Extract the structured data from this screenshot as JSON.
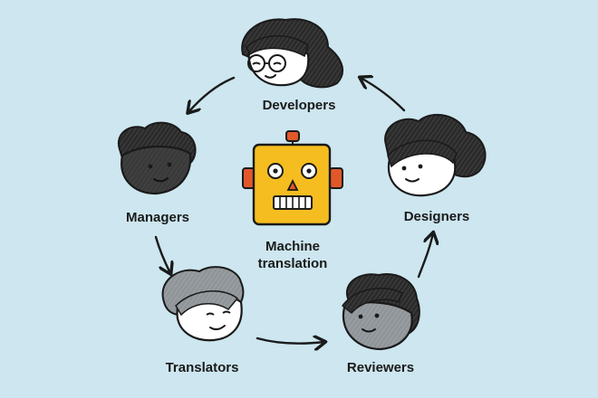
{
  "diagram": {
    "center": {
      "line1": "Machine",
      "line2": "translation",
      "icon": "robot-head"
    },
    "nodes": [
      {
        "id": "developers",
        "label": "Developers",
        "icon": "person-with-glasses"
      },
      {
        "id": "designers",
        "label": "Designers",
        "icon": "person-curly-hair"
      },
      {
        "id": "reviewers",
        "label": "Reviewers",
        "icon": "person-dark-hair"
      },
      {
        "id": "translators",
        "label": "Translators",
        "icon": "person-wavy-hair"
      },
      {
        "id": "managers",
        "label": "Managers",
        "icon": "person-dark-skin"
      }
    ],
    "flow": [
      [
        "developers",
        "managers"
      ],
      [
        "managers",
        "translators"
      ],
      [
        "translators",
        "reviewers"
      ],
      [
        "reviewers",
        "designers"
      ],
      [
        "designers",
        "developers"
      ]
    ],
    "colors": {
      "background": "#cde6ef",
      "ink": "#1a1a1a",
      "robot": "#f5bd1f",
      "robot_accent": "#e0582a",
      "skin_light": "#ffffff",
      "skin_dark": "#3a3a3a",
      "hair": "#2b2b2b",
      "skin_grey": "#9aa0a4"
    }
  }
}
